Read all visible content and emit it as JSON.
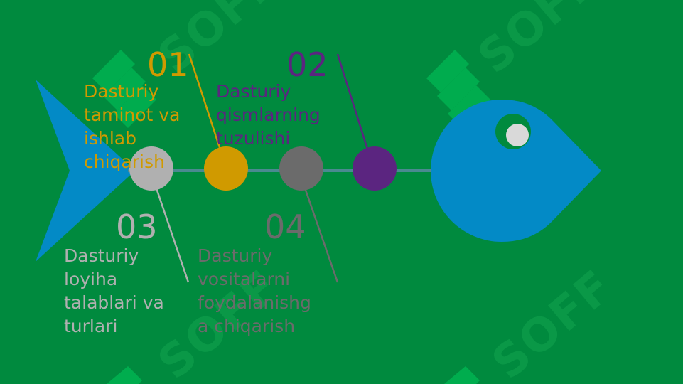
{
  "colors": {
    "background": "#008a3e",
    "fish_blue": "#038ac6",
    "eye_white": "#d9d9d9",
    "gold": "#d09a00",
    "purple": "#5b2580",
    "light_gray": "#b0b0b0",
    "dark_gray": "#6b6b6b",
    "spine": "#4a8a90",
    "watermark": "#0c9a49",
    "logo_green": "#00b050"
  },
  "watermark": {
    "text": "SOFF"
  },
  "steps": [
    {
      "number": "01",
      "text": "Dasturiy taminot va ishlab chiqarish",
      "lines": [
        "Dasturiy",
        "taminot va",
        "ishlab",
        "chiqarish"
      ],
      "color": "#d09a00"
    },
    {
      "number": "02",
      "text": "Dasturiy qismlarning tuzulishi",
      "lines": [
        "Dasturiy",
        "qismlarning",
        "tuzulishi"
      ],
      "color": "#5b2580"
    },
    {
      "number": "03",
      "text": "Dasturiy loyiha talablari va turlari",
      "lines": [
        "Dasturiy",
        "loyiha",
        "talablari va",
        "turlari"
      ],
      "color": "#b0b0b0"
    },
    {
      "number": "04",
      "text": "Dasturiy vositalarni foydalanishga chiqarish",
      "lines": [
        "Dasturiy",
        "vositalarni",
        "foydalanishg",
        "a chiqarish"
      ],
      "color": "#6b6b6b"
    }
  ]
}
